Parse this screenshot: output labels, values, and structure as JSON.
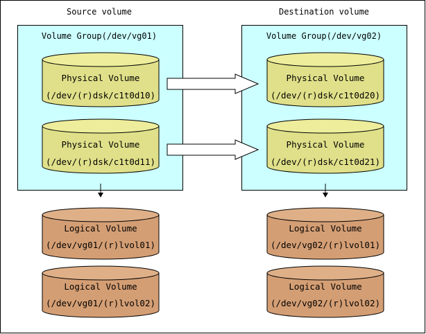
{
  "colors": {
    "background": "#ffffff",
    "frame": "#000000",
    "group_fill": "#ccffff",
    "physical_fill": "#e0e08a",
    "physical_top": "#eded9c",
    "logical_fill": "#d49e74",
    "logical_top": "#dfb088",
    "arrow_fill": "#ffffff"
  },
  "source": {
    "heading": "Source volume",
    "group_label": "Volume Group(/dev/vg01)",
    "physical_volumes": [
      {
        "line1": "Physical Volume",
        "line2": "(/dev/(r)dsk/c1t0d10)"
      },
      {
        "line1": "Physical Volume",
        "line2": "(/dev/(r)dsk/c1t0d11)"
      }
    ],
    "logical_volumes": [
      {
        "line1": "Logical Volume",
        "line2": "(/dev/vg01/(r)lvol01)"
      },
      {
        "line1": "Logical Volume",
        "line2": "(/dev/vg01/(r)lvol02)"
      }
    ]
  },
  "destination": {
    "heading": "Destination volume",
    "group_label": "Volume Group(/dev/vg02)",
    "physical_volumes": [
      {
        "line1": "Physical Volume",
        "line2": "(/dev/(r)dsk/c1t0d20)"
      },
      {
        "line1": "Physical Volume",
        "line2": "(/dev/(r)dsk/c1t0d21)"
      }
    ],
    "logical_volumes": [
      {
        "line1": "Logical Volume",
        "line2": "(/dev/vg02/(r)lvol01)"
      },
      {
        "line1": "Logical Volume",
        "line2": "(/dev/vg02/(r)lvol02)"
      }
    ]
  }
}
